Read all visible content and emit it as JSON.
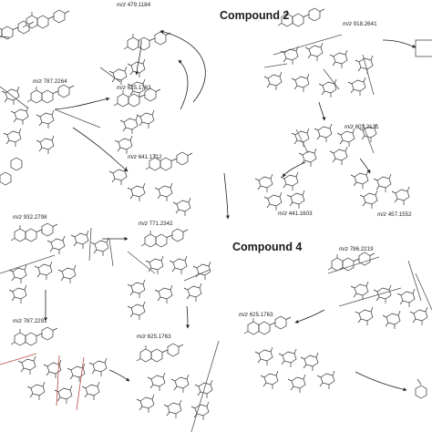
{
  "headings": {
    "compound2": "Compound 2",
    "compound4": "Compound 4"
  },
  "mz_prefix": "m/z",
  "fragments": {
    "f479": "479.1184",
    "f787a": "787.2264",
    "f625a": "625.1763",
    "f641": "641.1712",
    "f918": "918.2641",
    "f603": "603.2131",
    "f441": "441.1603",
    "f457": "457.1552",
    "f932": "932.2798",
    "f771": "771.2342",
    "f787b": "787.2291",
    "f625b": "625.1763",
    "f786": "786.2219",
    "f625c": "625.1763"
  }
}
